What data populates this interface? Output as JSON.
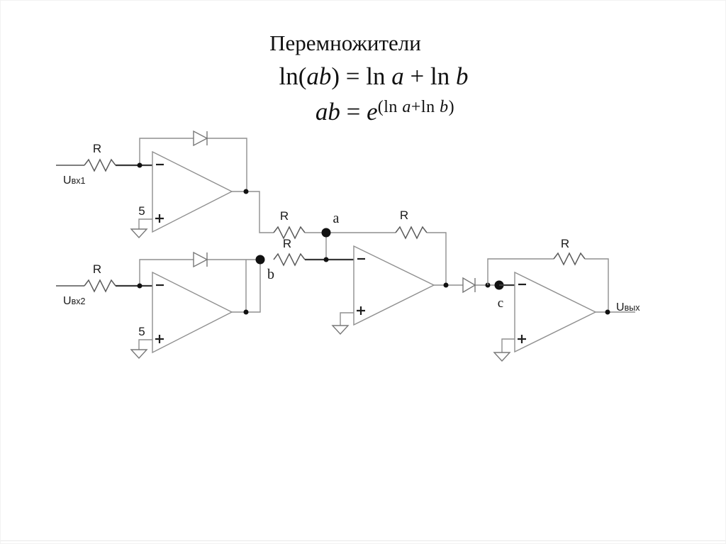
{
  "title": "Перемножители",
  "formulas": {
    "line1": {
      "p0": "ln(",
      "p1": "ab",
      "p2": ") = ln ",
      "p3": "a",
      "p4": " + ln ",
      "p5": "b"
    },
    "line2": {
      "base0": "ab",
      "base1": " = ",
      "base2": "e",
      "exp0": "(ln ",
      "exp1": "a",
      "exp2": "+ln ",
      "exp3": "b",
      "exp4": ")"
    }
  },
  "circuit": {
    "labels": {
      "r_in1": "R",
      "r_in2": "R",
      "r_sum_a": "R",
      "r_sum_b": "R",
      "r_fb_mid": "R",
      "r_fb_out": "R",
      "bias1": "5",
      "bias2": "5",
      "node_a": "a",
      "node_b": "b",
      "node_c": "c",
      "in1_main": "U",
      "in1_sub": "вх1",
      "in2_main": "U",
      "in2_sub": "вх2",
      "out_main": "U",
      "out_sub": "вых"
    },
    "icons": {
      "opamp": "opamp-triangle-icon",
      "diode": "diode-icon",
      "ground": "ground-icon",
      "resistor": "resistor-zigzag-icon",
      "inverting_input": "minus-icon",
      "noninverting_input": "plus-icon",
      "junction": "junction-dot-icon",
      "node": "node-dot-icon"
    },
    "colors": {
      "wire": "#8f8f8f",
      "wire_dark": "#383838",
      "component": "#787878",
      "text": "#1a1a1a",
      "dot": "#111111"
    }
  }
}
